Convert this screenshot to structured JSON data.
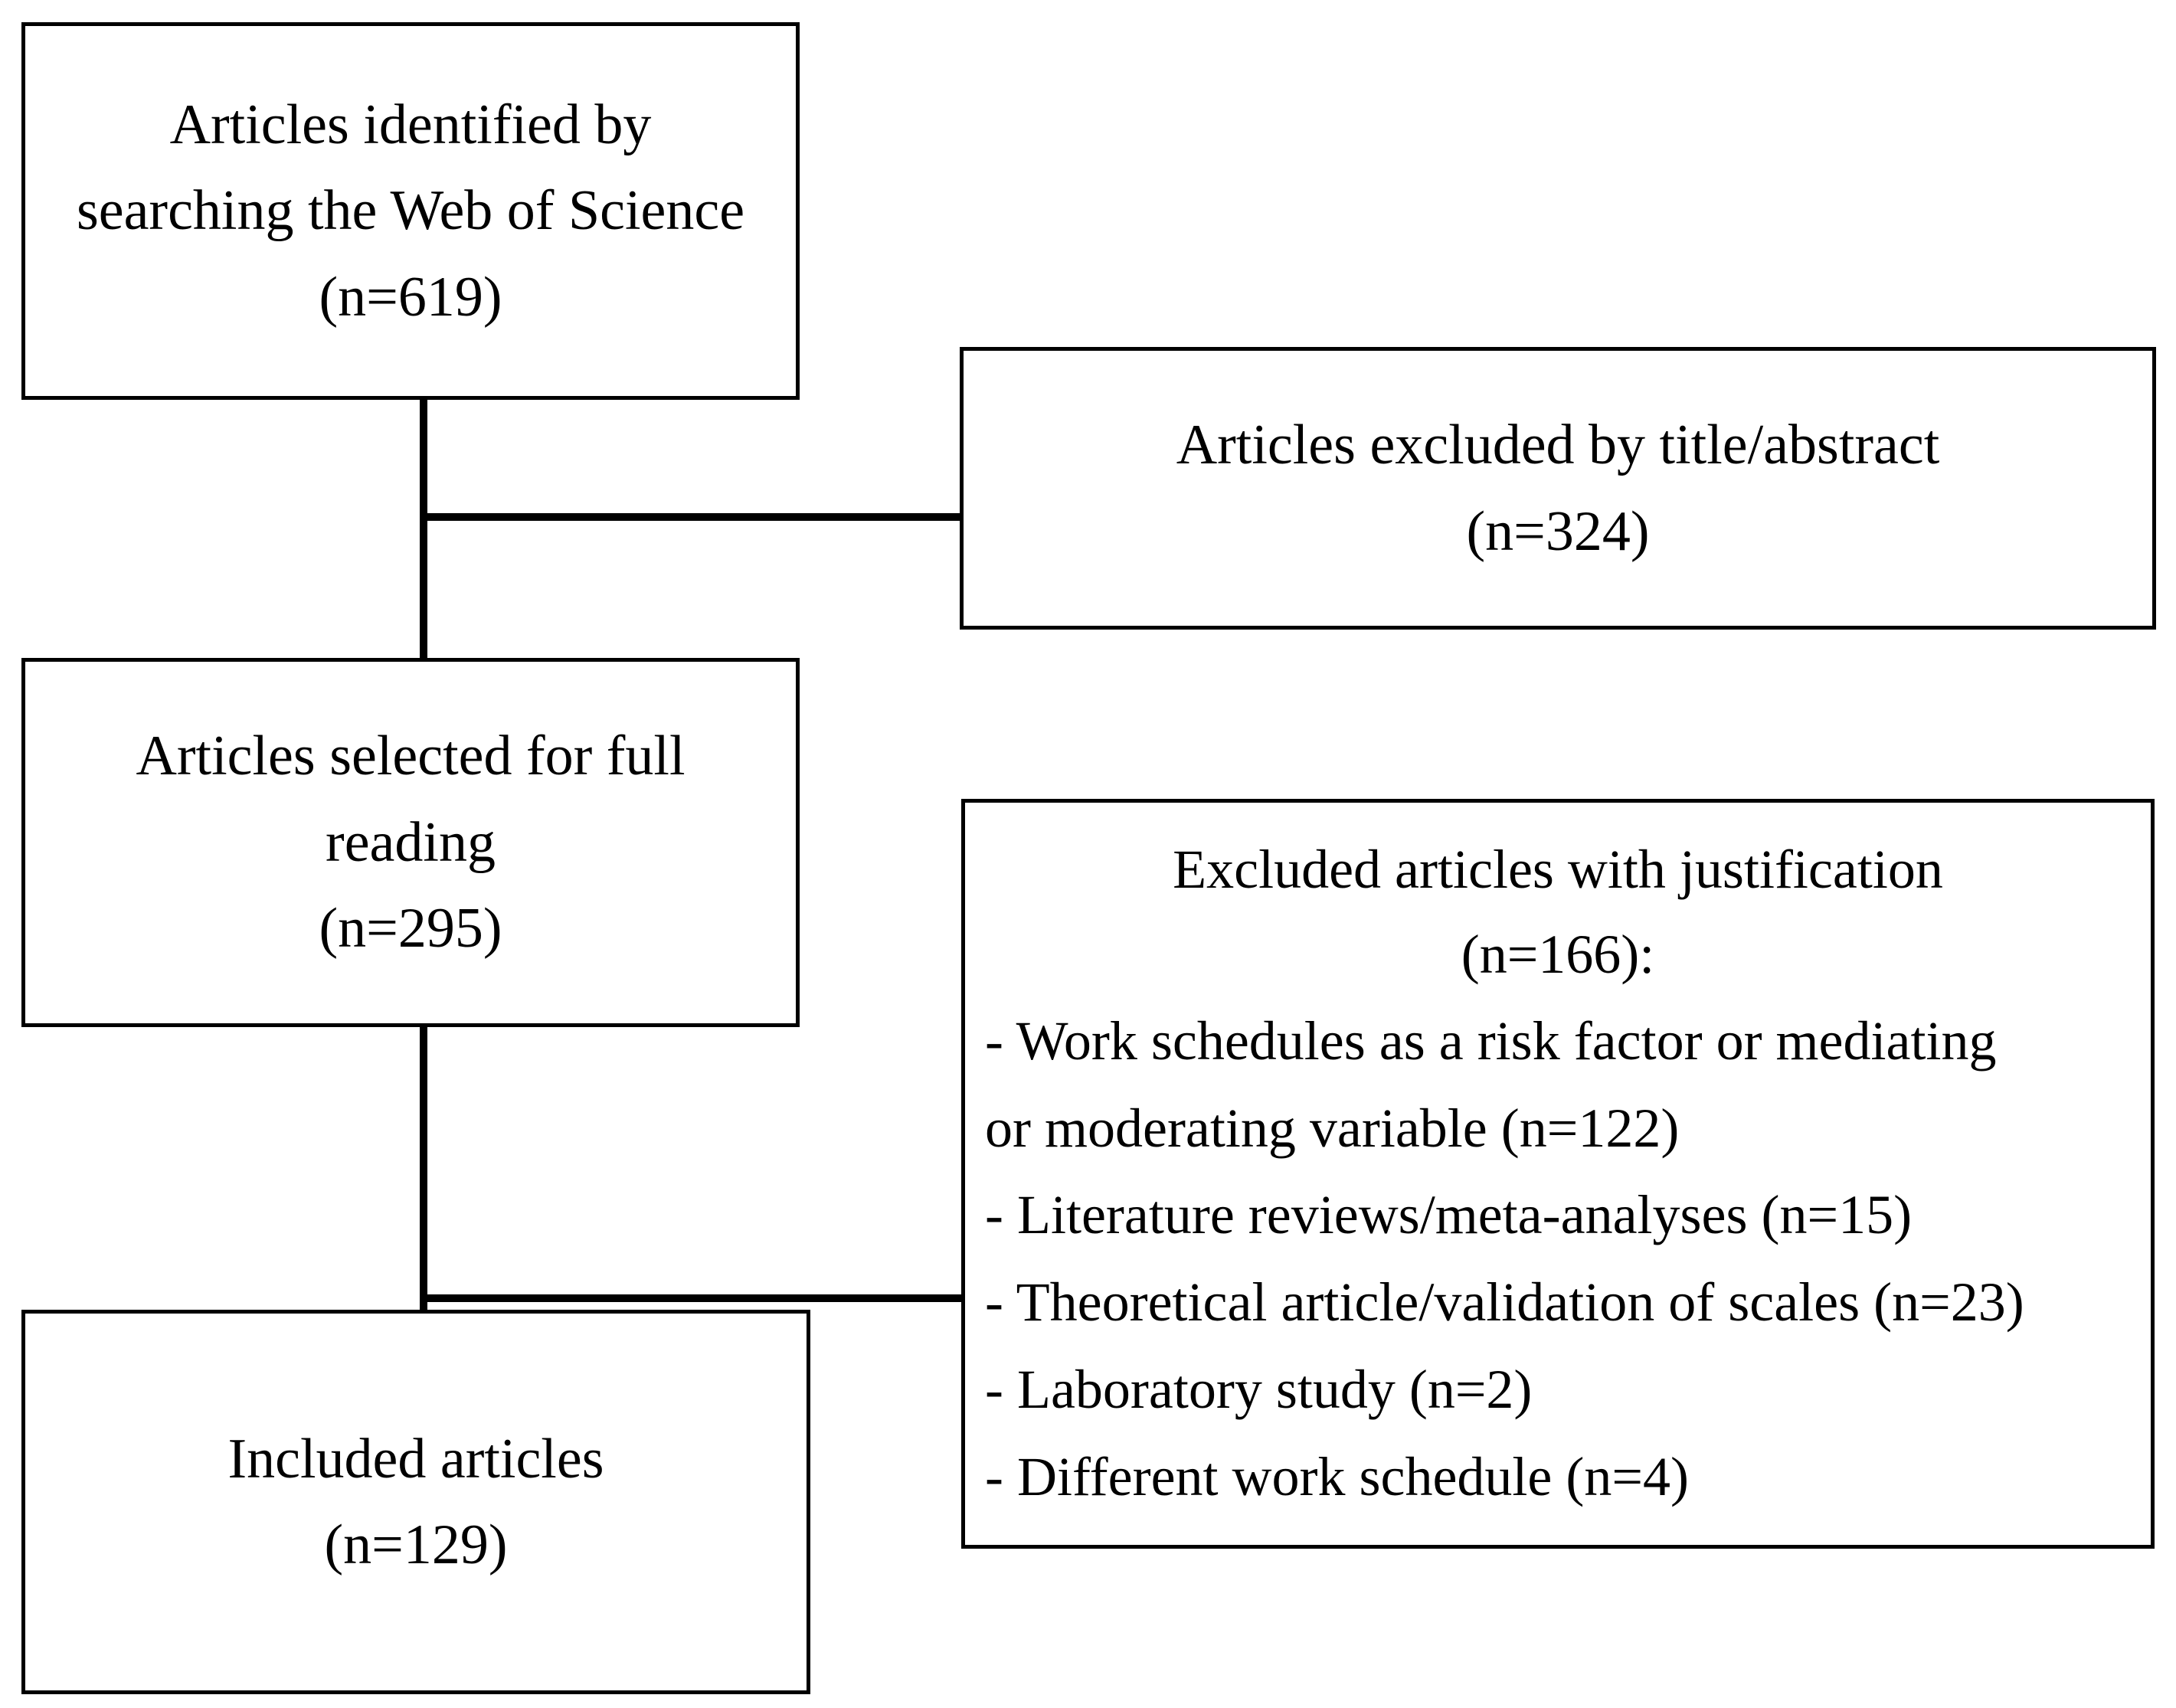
{
  "diagram": {
    "type": "prisma-flow-diagram",
    "colors": {
      "background": "#ffffff",
      "border": "#000000",
      "text": "#000000"
    },
    "nodes": {
      "identified": {
        "lines": [
          "Articles identified by",
          "searching the Web of Science",
          "(n=619)"
        ],
        "count": 619
      },
      "excluded_title_abstract": {
        "lines": [
          "Articles excluded by title/abstract",
          "(n=324)"
        ],
        "count": 324
      },
      "selected_full_reading": {
        "lines": [
          "Articles selected for full",
          "reading",
          "(n=295)"
        ],
        "count": 295
      },
      "excluded_with_justification": {
        "heading": [
          "Excluded articles with justification",
          "(n=166):"
        ],
        "count": 166,
        "reasons": [
          {
            "text": "- Work schedules as a risk factor or mediating",
            "wrap": "or moderating variable (n=122)",
            "count": 122
          },
          {
            "text": "- Literature reviews/meta-analyses (n=15)",
            "count": 15
          },
          {
            "text": "- Theoretical article/validation of scales (n=23)",
            "count": 23
          },
          {
            "text": "- Laboratory study (n=2)",
            "count": 2
          },
          {
            "text": "- Different work schedule (n=4)",
            "count": 4
          }
        ]
      },
      "included": {
        "lines": [
          "Included articles",
          "(n=129)"
        ],
        "count": 129
      }
    },
    "connectors": [
      {
        "name": "identified-to-selected",
        "orientation": "vertical"
      },
      {
        "name": "to-excluded-title-abstract",
        "orientation": "horizontal"
      },
      {
        "name": "selected-to-included",
        "orientation": "vertical"
      },
      {
        "name": "to-excluded-with-justification",
        "orientation": "horizontal"
      }
    ]
  }
}
